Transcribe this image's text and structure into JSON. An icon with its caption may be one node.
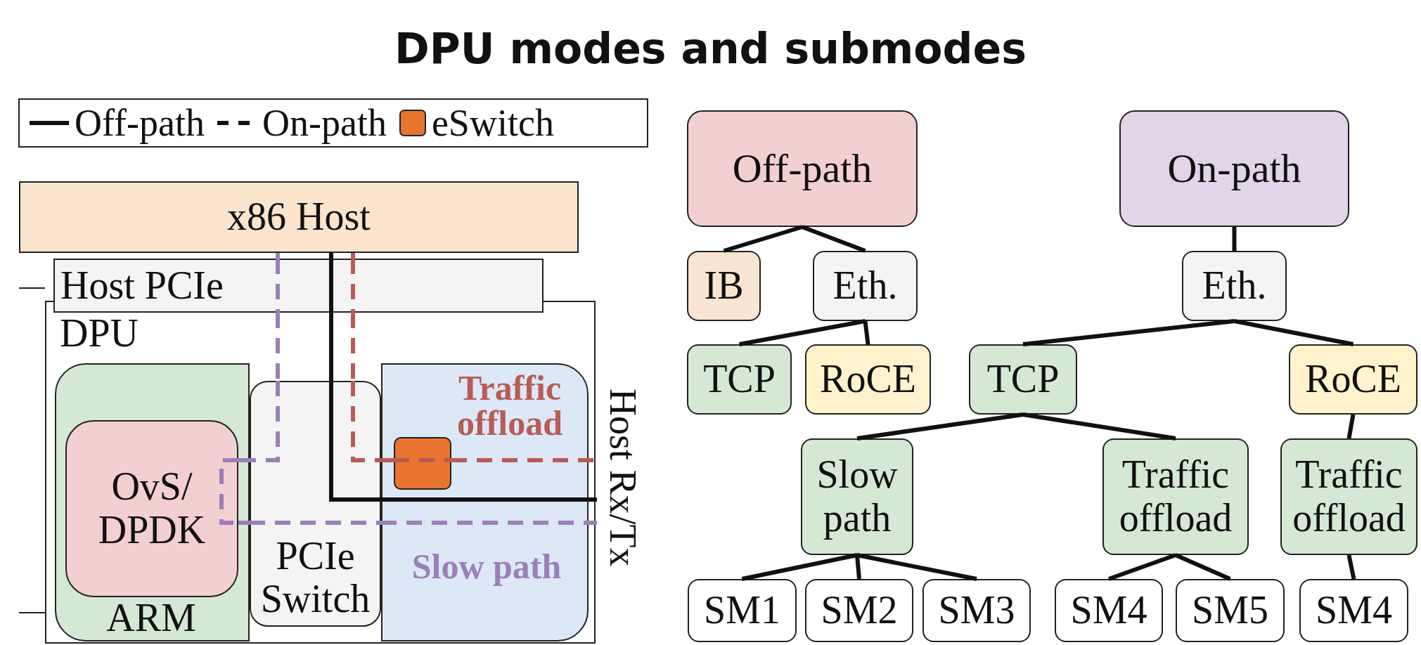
{
  "diagram": {
    "title": "DPU modes and submodes",
    "nodes": [
      {
        "text": [
          "x86 Host"
        ]
      },
      {
        "text": [
          "Host PCIe"
        ]
      },
      {
        "text": [
          "DPU"
        ]
      },
      {
        "text": [
          "ARM"
        ],
        "in": 2
      },
      {
        "text": [
          "OvS/ DPDK"
        ],
        "in": 3
      },
      {
        "text": [
          "PCIe Switch"
        ],
        "in": 2
      },
      {
        "text": [
          "Traffic offload",
          "Slow path"
        ],
        "in": 2
      },
      {
        "text": [],
        "shape": "box",
        "in": 6
      },
      {
        "text": [
          "Host Rx/Tx"
        ]
      },
      {
        "text": [
          "Off-path"
        ]
      },
      {
        "text": [
          "On-path"
        ]
      },
      {
        "text": [
          "IB"
        ]
      },
      {
        "text": [
          "Eth."
        ]
      },
      {
        "text": [
          "Eth."
        ]
      },
      {
        "text": [
          "TCP"
        ]
      },
      {
        "text": [
          "RoCE"
        ]
      },
      {
        "text": [
          "TCP"
        ]
      },
      {
        "text": [
          "RoCE"
        ]
      },
      {
        "text": [
          "Slow path"
        ]
      },
      {
        "text": [
          "Traffic offload"
        ]
      },
      {
        "text": [
          "Traffic offload"
        ]
      },
      {
        "text": [
          "SM1"
        ]
      },
      {
        "text": [
          "SM2"
        ]
      },
      {
        "text": [
          "SM3"
        ]
      },
      {
        "text": [
          "SM4"
        ]
      },
      {
        "text": [
          "SM5"
        ]
      },
      {
        "text": [
          "SM4"
        ]
      }
    ],
    "edges": [
      {
        "from": 0,
        "to": 1,
        "arrow": "none"
      },
      {
        "from": 0,
        "to": 1,
        "arrow": "none",
        "style": "dashed",
        "color": "#b85c55"
      },
      {
        "from": 0,
        "to": 1,
        "arrow": "none",
        "style": "dashed",
        "color": "#9b80b8"
      },
      {
        "from": 1,
        "to": 5,
        "arrow": "none"
      },
      {
        "from": 1,
        "to": 5,
        "arrow": "none",
        "style": "dashed",
        "color": "#b85c55"
      },
      {
        "from": 1,
        "to": 5,
        "arrow": "none",
        "style": "dashed",
        "color": "#9b80b8"
      },
      {
        "from": 5,
        "to": 8,
        "arrow": "none"
      },
      {
        "from": 5,
        "to": 7,
        "arrow": "none",
        "style": "dashed",
        "color": "#b85c55"
      },
      {
        "from": 7,
        "to": 8,
        "arrow": "none",
        "style": "dashed",
        "color": "#b85c55"
      },
      {
        "from": 5,
        "to": 4,
        "arrow": "none",
        "style": "dashed",
        "color": "#9b80b8"
      },
      {
        "from": 4,
        "to": 5,
        "arrow": "none",
        "style": "dashed",
        "color": "#9b80b8"
      },
      {
        "from": 5,
        "to": 8,
        "arrow": "none",
        "style": "dashed",
        "color": "#9b80b8"
      },
      {
        "from": 9,
        "to": 11,
        "arrow": "none"
      },
      {
        "from": 9,
        "to": 12,
        "arrow": "none"
      },
      {
        "from": 10,
        "to": 13,
        "arrow": "none"
      },
      {
        "from": 12,
        "to": 14,
        "arrow": "none"
      },
      {
        "from": 12,
        "to": 15,
        "arrow": "none"
      },
      {
        "from": 13,
        "to": 16,
        "arrow": "none"
      },
      {
        "from": 13,
        "to": 17,
        "arrow": "none"
      },
      {
        "from": 16,
        "to": 18,
        "arrow": "none"
      },
      {
        "from": 16,
        "to": 19,
        "arrow": "none"
      },
      {
        "from": 17,
        "to": 20,
        "arrow": "none"
      },
      {
        "from": 18,
        "to": 21,
        "arrow": "none"
      },
      {
        "from": 18,
        "to": 22,
        "arrow": "none"
      },
      {
        "from": 18,
        "to": 23,
        "arrow": "none"
      },
      {
        "from": 19,
        "to": 24,
        "arrow": "none"
      },
      {
        "from": 19,
        "to": 25,
        "arrow": "none"
      },
      {
        "from": 20,
        "to": 26,
        "arrow": "none"
      }
    ],
    "legend": [
      {
        "text": "Off-path"
      },
      {
        "text": "On-path"
      },
      {
        "text": "eSwitch",
        "color": "#e8742f"
      }
    ]
  }
}
